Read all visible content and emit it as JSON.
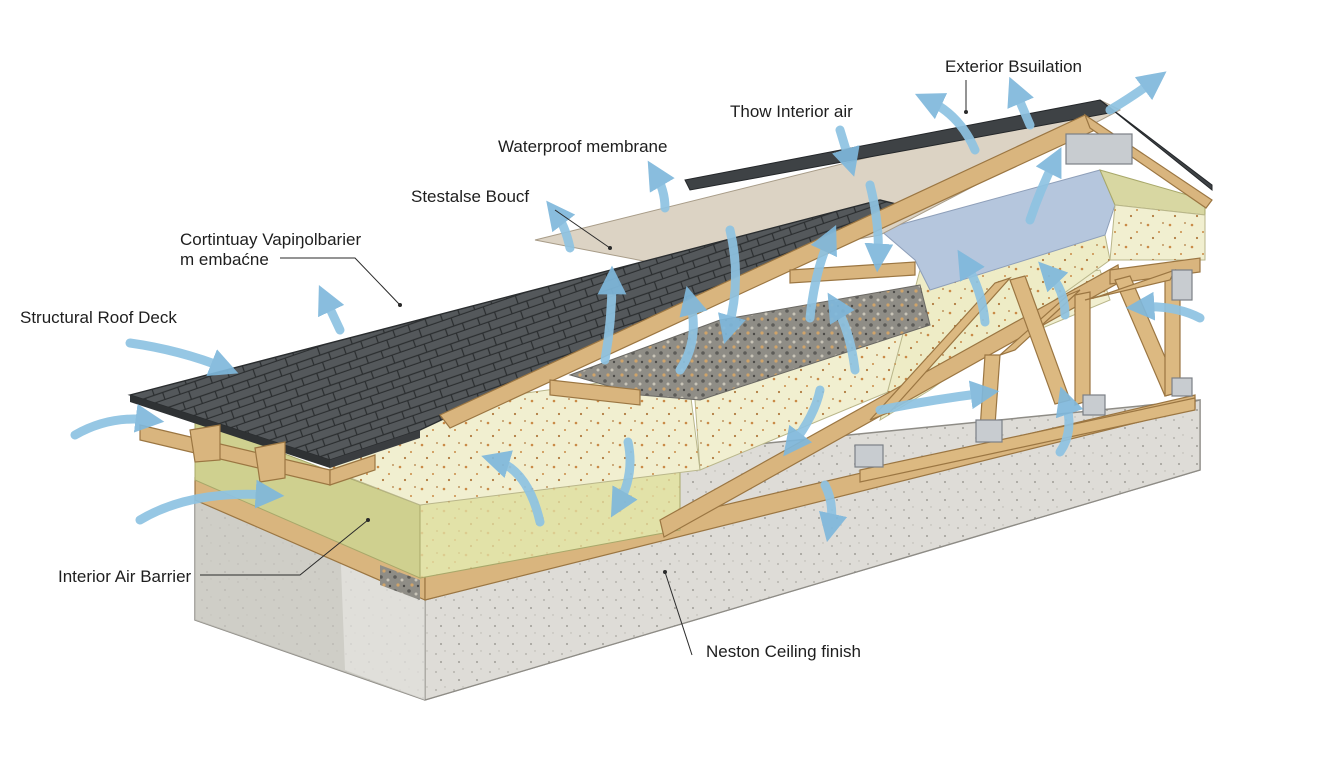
{
  "labels": {
    "exterior_insulation": "Exterior Bsuilation",
    "interior_air_top": "Thow Interior air",
    "waterproof_membrane": "Waterproof membrane",
    "stestalse": "Stestalse Boucf",
    "vapor_barrier_line1": "Cortintuay Vapiŋolbarier",
    "vapor_barrier_line2": "m embaćne",
    "structural_roof_deck": "Structural Roof Deck",
    "interior_air_barrier": "Interior Air Barrier",
    "ceiling_finish": "Neston Ceiling finish"
  },
  "colors": {
    "shingle": "#4f5356",
    "shingle_edge": "#2f3234",
    "membrane": "#d9cfbf",
    "timber": "#d9b57e",
    "timber_edge": "#9b7642",
    "insulation": "#ecebc3",
    "insulation_dark": "#cfd08f",
    "gravel": "#8b8b86",
    "blue_insulation": "#b7c7dc",
    "concrete": "#dcdcd8",
    "concrete_dark": "#a7a7a3",
    "airflow": "#8ec3e2"
  },
  "icons": {
    "airflow": "airflow-arrow-icon"
  }
}
